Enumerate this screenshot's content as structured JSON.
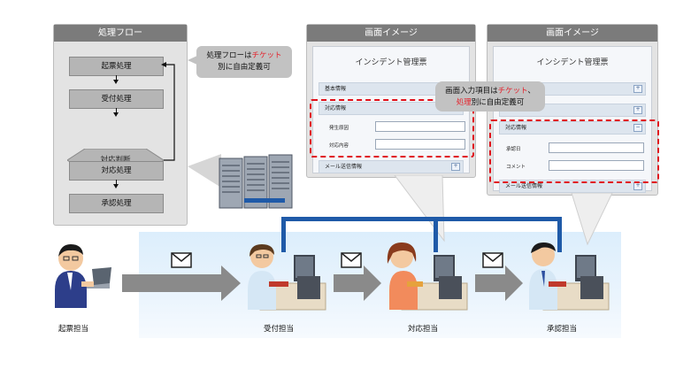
{
  "flow_panel": {
    "title": "処理フロー",
    "steps": [
      "起票処理",
      "受付処理",
      "対応判断",
      "対応処理",
      "承認処理"
    ]
  },
  "callout_flow": {
    "line1_pre": "処理フローは",
    "line1_red": "チケット",
    "line2": "別に自由定義可"
  },
  "screen_panels": [
    {
      "title": "画面イメージ",
      "form_title": "インシデント管理票",
      "sections": [
        "基本情報",
        "対応情報",
        "メール送信情報"
      ],
      "fields": [
        "発生原因",
        "対応内容"
      ]
    },
    {
      "title": "画面イメージ",
      "form_title": "インシデント管理票",
      "sections": [
        "対応情報",
        "メール送信情報"
      ],
      "fields": [
        "承認日",
        "コメント"
      ]
    }
  ],
  "callout_screen": {
    "line1_pre": "画面入力項目は",
    "line1_red": "チケット",
    "line1_post": "、",
    "line2_red": "処理",
    "line2_post": "別に自由定義可"
  },
  "roles": [
    "起票担当",
    "受付担当",
    "対応担当",
    "承認担当"
  ],
  "colors": {
    "accent_red": "#e5202a",
    "link_blue": "#1f5aa8",
    "panel_gray": "#e3e3e3"
  },
  "icons": [
    "mail-icon",
    "server-icon",
    "person-at-desk-icon"
  ]
}
